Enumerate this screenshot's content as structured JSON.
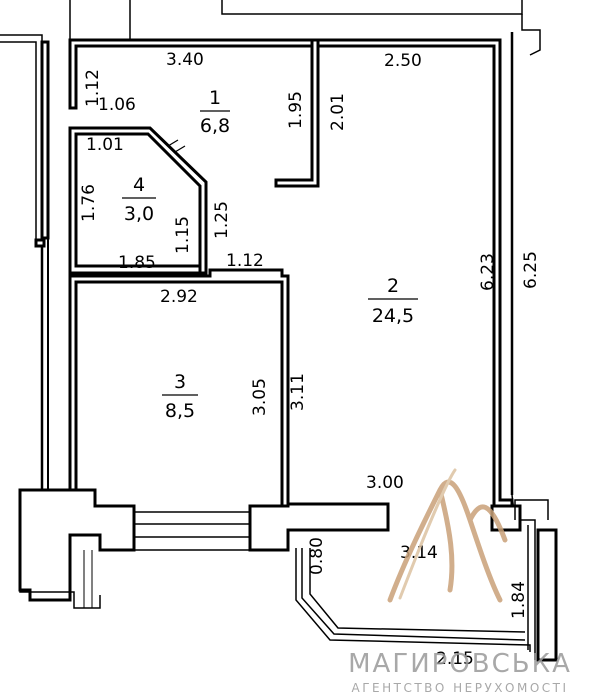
{
  "rooms": [
    {
      "number": "1",
      "area": "6,8"
    },
    {
      "number": "2",
      "area": "24,5"
    },
    {
      "number": "3",
      "area": "8,5"
    },
    {
      "number": "4",
      "area": "3,0"
    }
  ],
  "dimensions": {
    "d_340": "3.40",
    "d_112_top": "1.12",
    "d_106": "1.06",
    "d_195": "1.95",
    "d_201": "2.01",
    "d_250": "2.50",
    "d_101": "1.01",
    "d_176": "1.76",
    "d_115": "1.15",
    "d_125": "1.25",
    "d_185": "1.85",
    "d_112_mid": "1.12",
    "d_292": "2.92",
    "d_305": "3.05",
    "d_311": "3.11",
    "d_623": "6.23",
    "d_625": "6.25",
    "d_300": "3.00",
    "d_080": "0.80",
    "d_314": "3.14",
    "d_184": "1.84",
    "d_215": "2.15"
  },
  "watermark": {
    "name": "МАГИРОВСЬКА",
    "tagline": "АГЕНТСТВО НЕРУХОМОСТІ",
    "accent_color": "#c9a178"
  }
}
